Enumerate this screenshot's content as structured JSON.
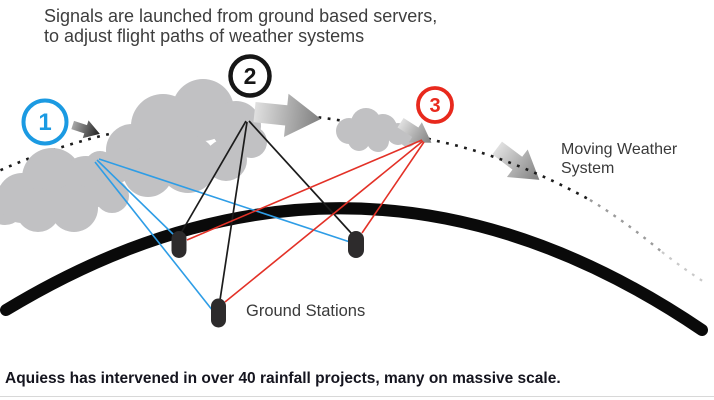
{
  "heading": {
    "line1": "Signals are launched from ground based servers,",
    "line2": "to adjust flight paths of weather systems"
  },
  "labels": {
    "moving_weather": [
      "Moving Weather",
      "System"
    ],
    "ground_stations": "Ground Stations"
  },
  "markers": [
    {
      "number": "1",
      "color": "#1b9ae2"
    },
    {
      "number": "2",
      "color": "#161616"
    },
    {
      "number": "3",
      "color": "#e8291d"
    }
  ],
  "footer": "Aquiess has intervened in over 40 rainfall projects, many on massive scale.",
  "colors": {
    "signal_blue": "#2e9de6",
    "signal_red": "#e33127",
    "signal_black": "#1c1c1c",
    "cloud_gray": "#c1c1c3",
    "station_dark": "#2d2b2c",
    "earth_black": "#0a0a0a",
    "dot_black": "#1c1c1c",
    "dot_fade_mid": "#9b9b9b",
    "dot_fade_light": "#c9c9c9"
  }
}
